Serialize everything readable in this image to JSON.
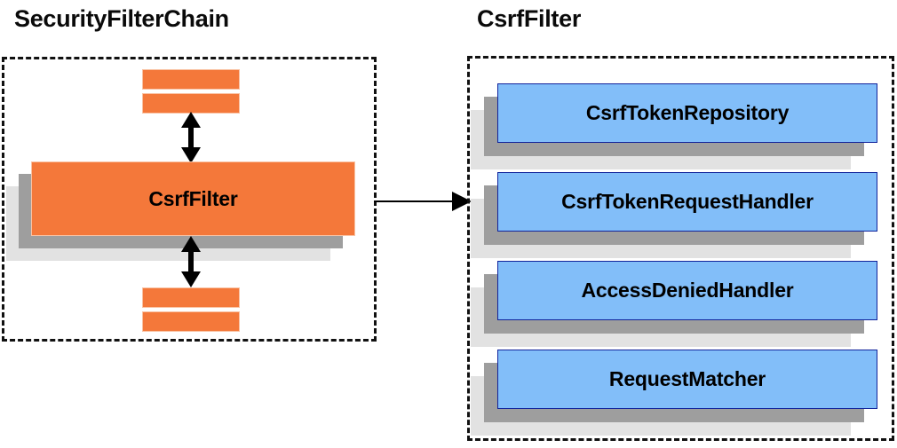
{
  "diagram": {
    "title_left": "SecurityFilterChain",
    "title_right": "CsrfFilter",
    "colors": {
      "orange_fill": "#F4783A",
      "orange_border": "#F9C2A3",
      "blue_fill": "#82BEF9",
      "blue_border": "#11239B",
      "shadow_mid": "#9E9E9E",
      "shadow_back": "#E2E2E2",
      "dashed_border": "#111111",
      "text": "#000000"
    }
  },
  "left_panel": {
    "filter_box_label": "CsrfFilter",
    "bars_above": [
      "",
      ""
    ],
    "bars_below": [
      "",
      ""
    ],
    "arrow_up_label": "",
    "arrow_down_label": ""
  },
  "connector": {
    "label": "",
    "direction": "left-to-right"
  },
  "right_panel": {
    "components": [
      {
        "label": "CsrfTokenRepository"
      },
      {
        "label": "CsrfTokenRequestHandler"
      },
      {
        "label": "AccessDeniedHandler"
      },
      {
        "label": "RequestMatcher"
      }
    ]
  }
}
